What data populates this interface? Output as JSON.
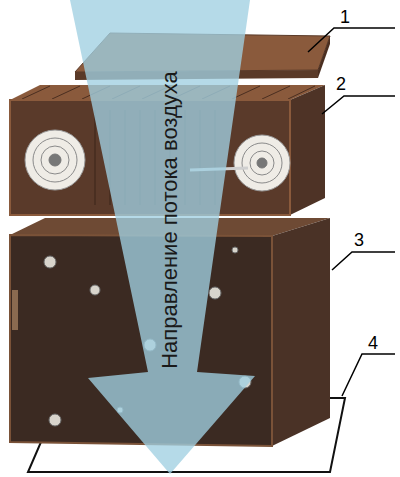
{
  "diagram": {
    "nodes": [
      {
        "text": [
          "Направление потока воздуха"
        ]
      }
    ],
    "labels": [
      "1",
      "2",
      "3",
      "4"
    ]
  }
}
